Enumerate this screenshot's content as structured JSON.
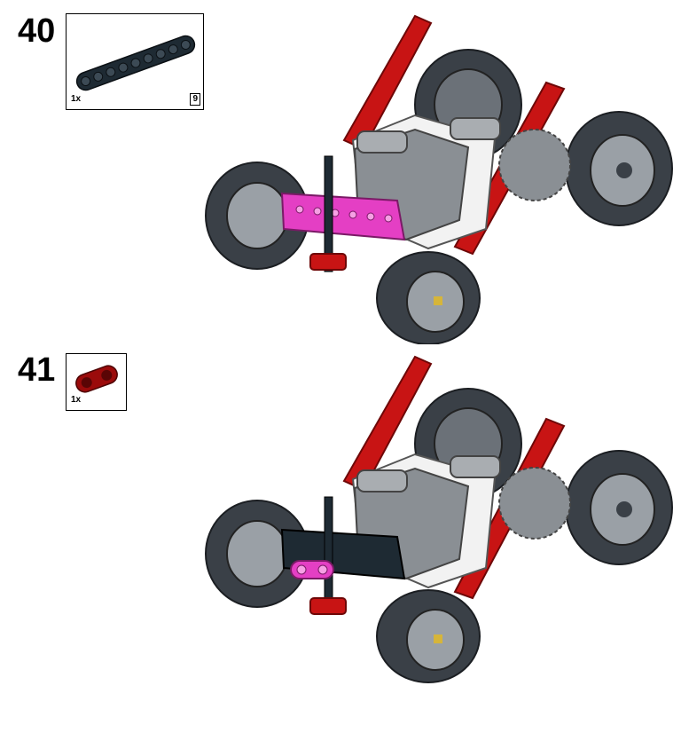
{
  "steps": [
    {
      "number": "40",
      "parts": [
        {
          "name": "technic-beam-9",
          "quantity": "1x",
          "length": "9",
          "color": "#1e2a33"
        }
      ]
    },
    {
      "number": "41",
      "parts": [
        {
          "name": "technic-connector-double",
          "quantity": "1x",
          "color": "#9b0b0b"
        }
      ]
    }
  ],
  "colors": {
    "frame_red": "#c81414",
    "tire_dark": "#3a4047",
    "hub_gray": "#8a8f94",
    "new_part_magenta": "#e43fc4",
    "brick_white": "#f2f2f2",
    "beam_black": "#1e2a33"
  }
}
